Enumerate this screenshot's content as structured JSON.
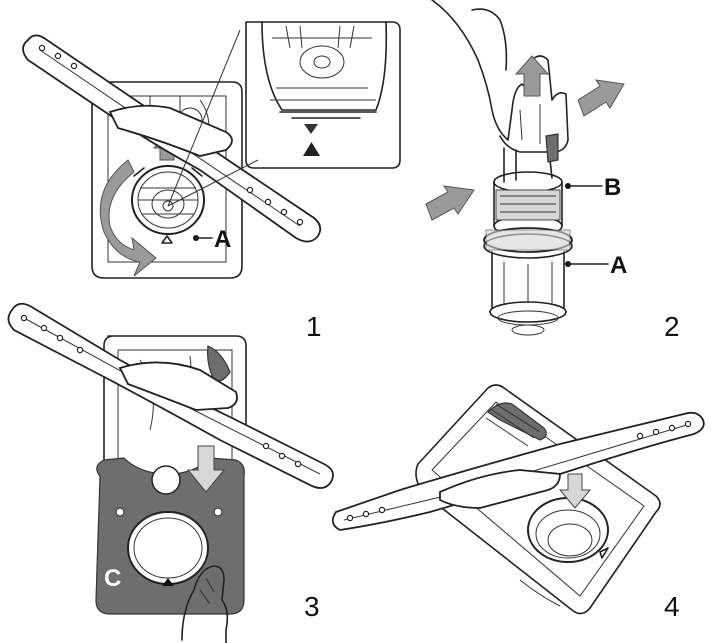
{
  "labels": {
    "panel1_A": "A",
    "panel2_A": "A",
    "panel2_B": "B",
    "panel3_C": "C"
  },
  "steps": {
    "step1": "1",
    "step2": "2",
    "step3": "3",
    "step4": "4"
  },
  "colors": {
    "line": "#222222",
    "arrow_fill": "#9a9a9a",
    "cover_fill": "#6e6e6e",
    "background": "#ffffff"
  },
  "icons": [
    "spray-arm",
    "filter-assembly",
    "hand",
    "rotate-arrow",
    "push-arrow",
    "triangle-marker"
  ]
}
